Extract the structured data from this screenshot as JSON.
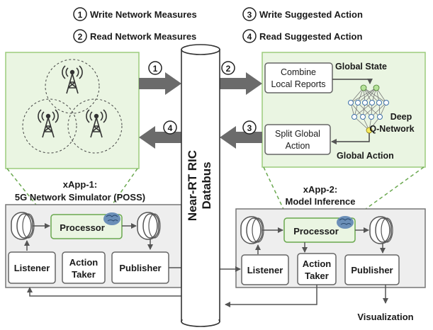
{
  "legend": {
    "item1": {
      "num": "1",
      "label": "Write Network Measures"
    },
    "item2": {
      "num": "2",
      "label": "Read Network Measures"
    },
    "item3": {
      "num": "3",
      "label": "Write Suggested Action"
    },
    "item4": {
      "num": "4",
      "label": "Read Suggested Action"
    }
  },
  "arrows": {
    "a1": "1",
    "a2": "2",
    "a3": "3",
    "a4": "4"
  },
  "databus": {
    "line1": "Near-RT RIC",
    "line2": "Databus"
  },
  "drl": {
    "combine_1": "Combine",
    "combine_2": "Local Reports",
    "global_state": "Global State",
    "deep": "Deep",
    "qnet": "Q-Network",
    "split_1": "Split Global",
    "split_2": "Action",
    "global_action": "Global Action"
  },
  "xapp1": {
    "title_1": "xApp-1:",
    "title_2": "5G Network Simulator (POSS)",
    "processor": "Processor",
    "listener": "Listener",
    "action_1": "Action",
    "action_2": "Taker",
    "publisher": "Publisher"
  },
  "xapp2": {
    "title_1": "xApp-2:",
    "title_2": "Model Inference",
    "processor": "Processor",
    "listener": "Listener",
    "action_1": "Action",
    "action_2": "Taker",
    "publisher": "Publisher"
  },
  "visualization": "Visualization",
  "colors": {
    "green_bg": "#eaf5e2",
    "green_border": "#9ccc7c",
    "green_dash": "#6aa84f",
    "box_border": "#777777",
    "xapp_bg": "#eeeeee",
    "arrow": "#6b6b6b",
    "node_green": "#b6e39a",
    "node_yellow": "#f7ea5c",
    "brain": "#6b8fb8"
  }
}
